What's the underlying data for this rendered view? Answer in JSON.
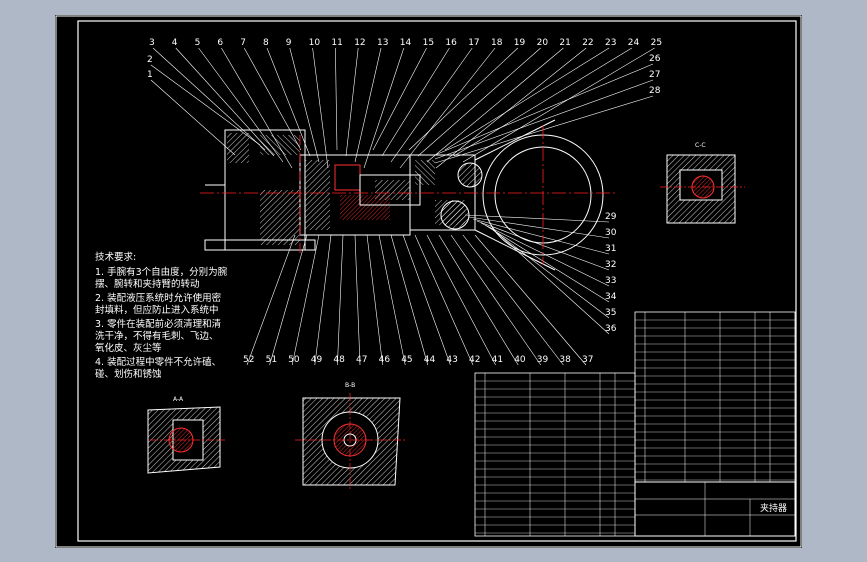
{
  "top_balloons": [
    "3",
    "4",
    "5",
    "6",
    "7",
    "8",
    "9",
    "10",
    "11",
    "12",
    "13",
    "14",
    "15",
    "16",
    "17",
    "18",
    "19",
    "20",
    "21",
    "22",
    "23",
    "24",
    "25"
  ],
  "left_balloons": [
    "2",
    "1"
  ],
  "right_balloons": [
    "26",
    "27",
    "28"
  ],
  "side_balloons": [
    "29",
    "30",
    "31",
    "32",
    "33",
    "34",
    "35",
    "36"
  ],
  "bottom_balloons": [
    "52",
    "51",
    "50",
    "49",
    "48",
    "47",
    "46",
    "45",
    "44",
    "43",
    "42",
    "41",
    "40",
    "39",
    "38",
    "37"
  ],
  "tech_requirements": {
    "title": "技术要求:",
    "lines": [
      "1. 手腕有3个自由度，分别为腕",
      "摆、腕转和夹持臂的转动",
      "2. 装配液压系统时允许使用密",
      "封填料，但应防止进入系统中",
      "3. 零件在装配前必须清理和清",
      "洗干净，不得有毛刺、飞边、",
      "氧化皮、灰尘等",
      "4. 装配过程中零件不允许磕、",
      "碰、划伤和锈蚀"
    ]
  },
  "section_labels": {
    "aa": "A-A",
    "bb": "B-B",
    "cc": "C-C"
  },
  "title_block": {
    "name": "夹持器"
  },
  "colors": {
    "background": "#aeb8c6",
    "sheet": "#000000",
    "line": "#ffffff",
    "centerline": "#ff2020",
    "hatch": "#ffffff"
  }
}
